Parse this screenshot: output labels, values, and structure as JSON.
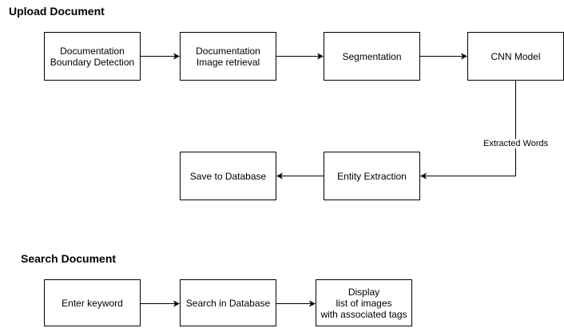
{
  "upload": {
    "title": "Upload Document",
    "nodes": {
      "boundary": "Documentation\nBoundary Detection",
      "retrieval": "Documentation\nImage retrieval",
      "segmentation": "Segmentation",
      "cnn": "CNN Model",
      "entity": "Entity Extraction",
      "save": "Save to Database"
    },
    "edge_labels": {
      "cnn_to_entity": "Extracted Words"
    }
  },
  "search": {
    "title": "Search Document",
    "nodes": {
      "keyword": "Enter keyword",
      "search_db": "Search in Database",
      "display": "Display\nlist of images\nwith associated tags"
    }
  }
}
